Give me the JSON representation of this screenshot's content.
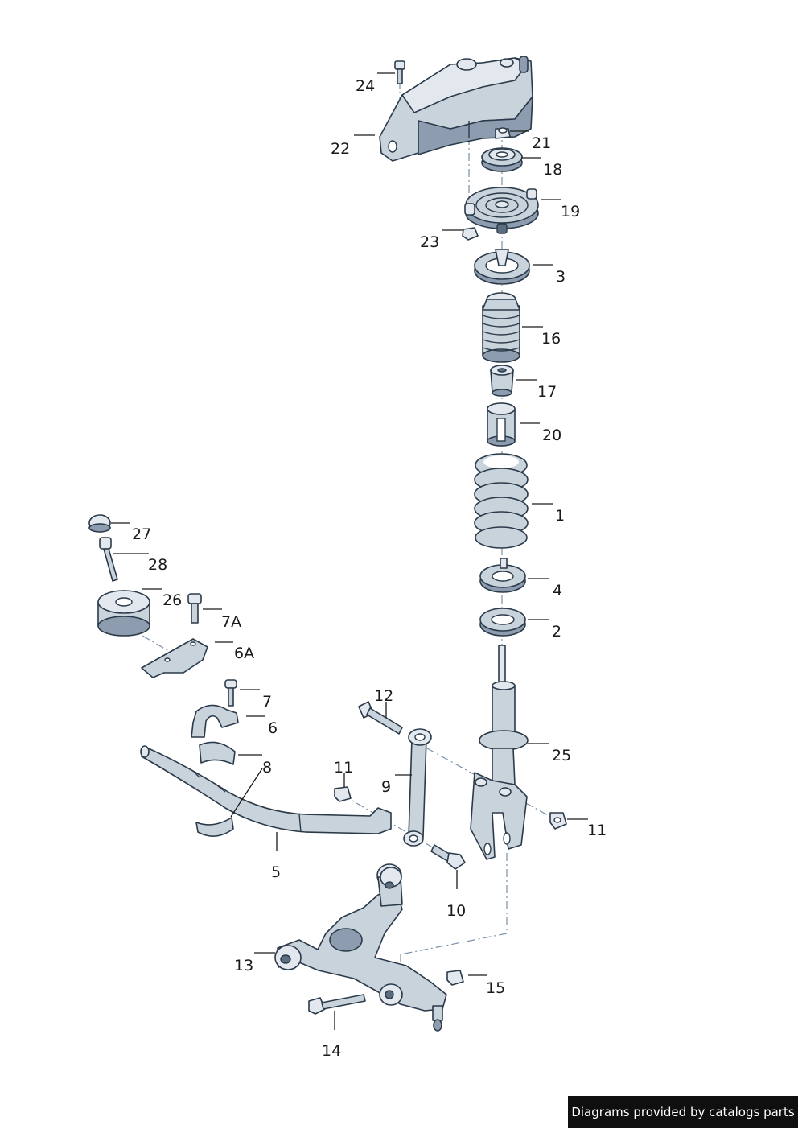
{
  "footer": {
    "text": "Diagrams provided by catalogs parts"
  },
  "labels": {
    "p1": "1",
    "p2": "2",
    "p3": "3",
    "p4": "4",
    "p5": "5",
    "p6": "6",
    "p6a": "6A",
    "p7": "7",
    "p7a": "7A",
    "p8": "8",
    "p9": "9",
    "p10": "10",
    "p11a": "11",
    "p11b": "11",
    "p12": "12",
    "p13": "13",
    "p14": "14",
    "p15": "15",
    "p16": "16",
    "p17": "17",
    "p18": "18",
    "p19": "19",
    "p20": "20",
    "p21": "21",
    "p22": "22",
    "p23": "23",
    "p24": "24",
    "p25": "25",
    "p26": "26",
    "p27": "27",
    "p28": "28"
  }
}
